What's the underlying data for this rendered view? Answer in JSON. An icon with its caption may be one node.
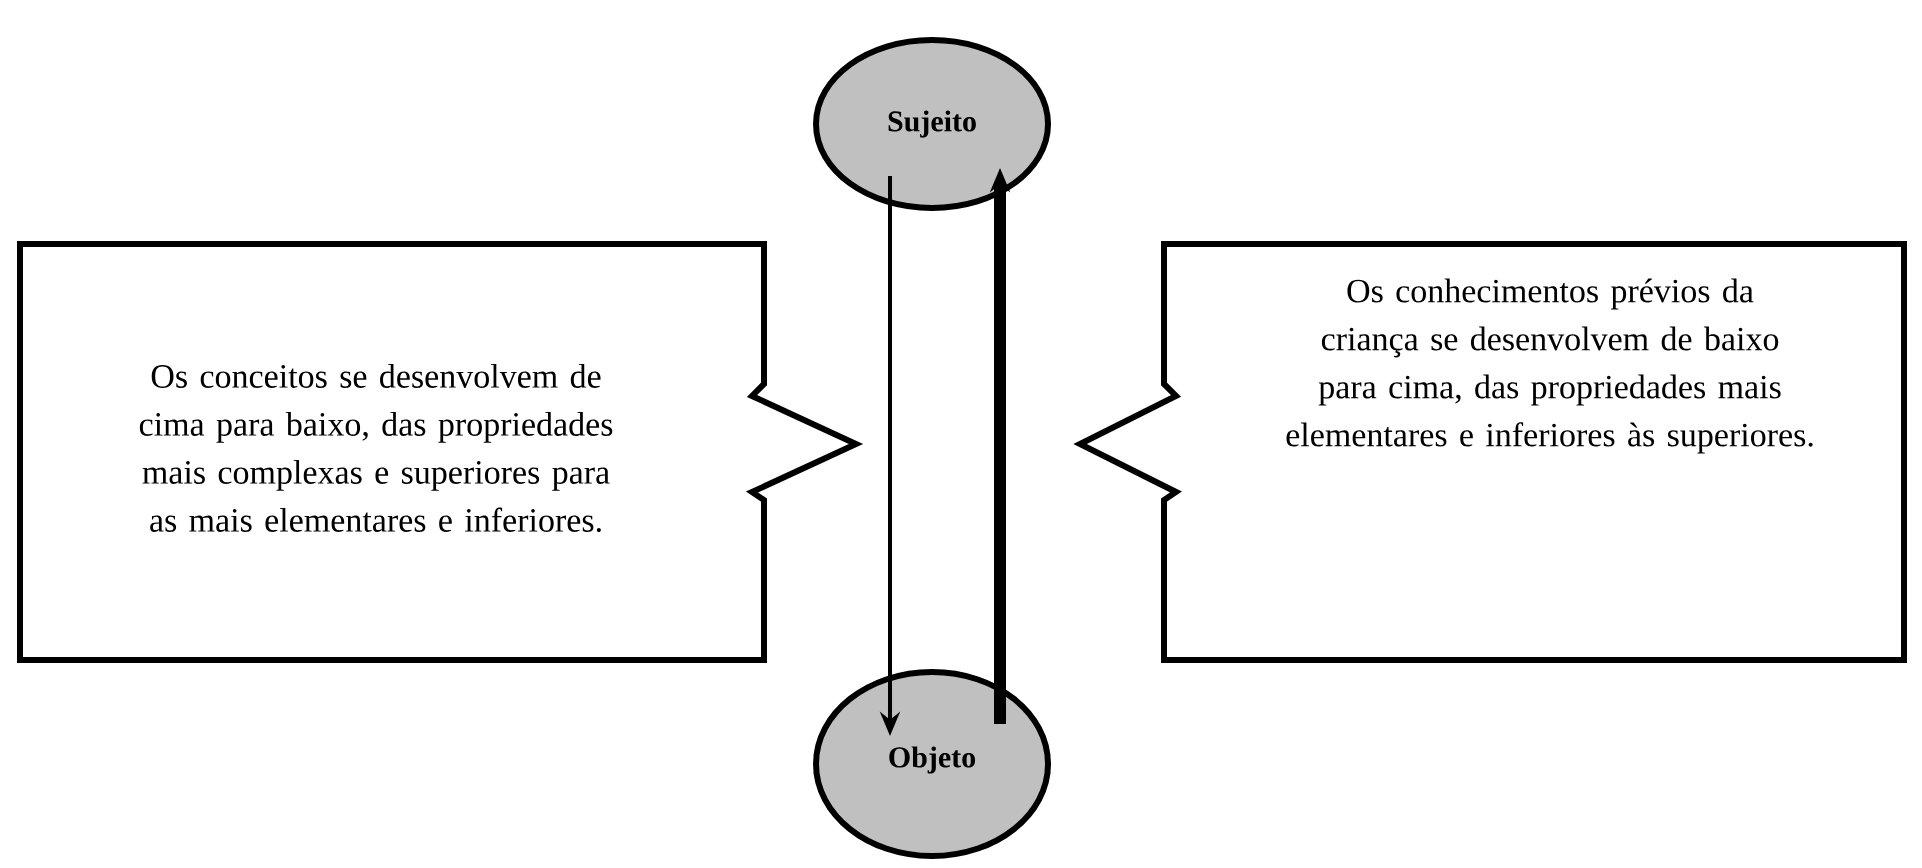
{
  "diagram": {
    "nodes": [
      {
        "text": [
          "Sujeito"
        ]
      },
      {
        "text": [
          "Objeto"
        ]
      },
      {
        "text": [
          "Os conceitos se desenvolvem de cima para baixo, das propriedades mais complexas e superiores para as mais elementares e inferiores."
        ]
      },
      {
        "text": [
          "Os conhecimentos prévios da criança se desenvolvem de baixo para cima, das propriedades mais elementares e inferiores às superiores."
        ]
      }
    ],
    "edges": [
      {
        "from": 0,
        "to": 1,
        "arrow": "to"
      },
      {
        "from": 1,
        "to": 0,
        "arrow": "to",
        "style": "thick"
      }
    ]
  }
}
